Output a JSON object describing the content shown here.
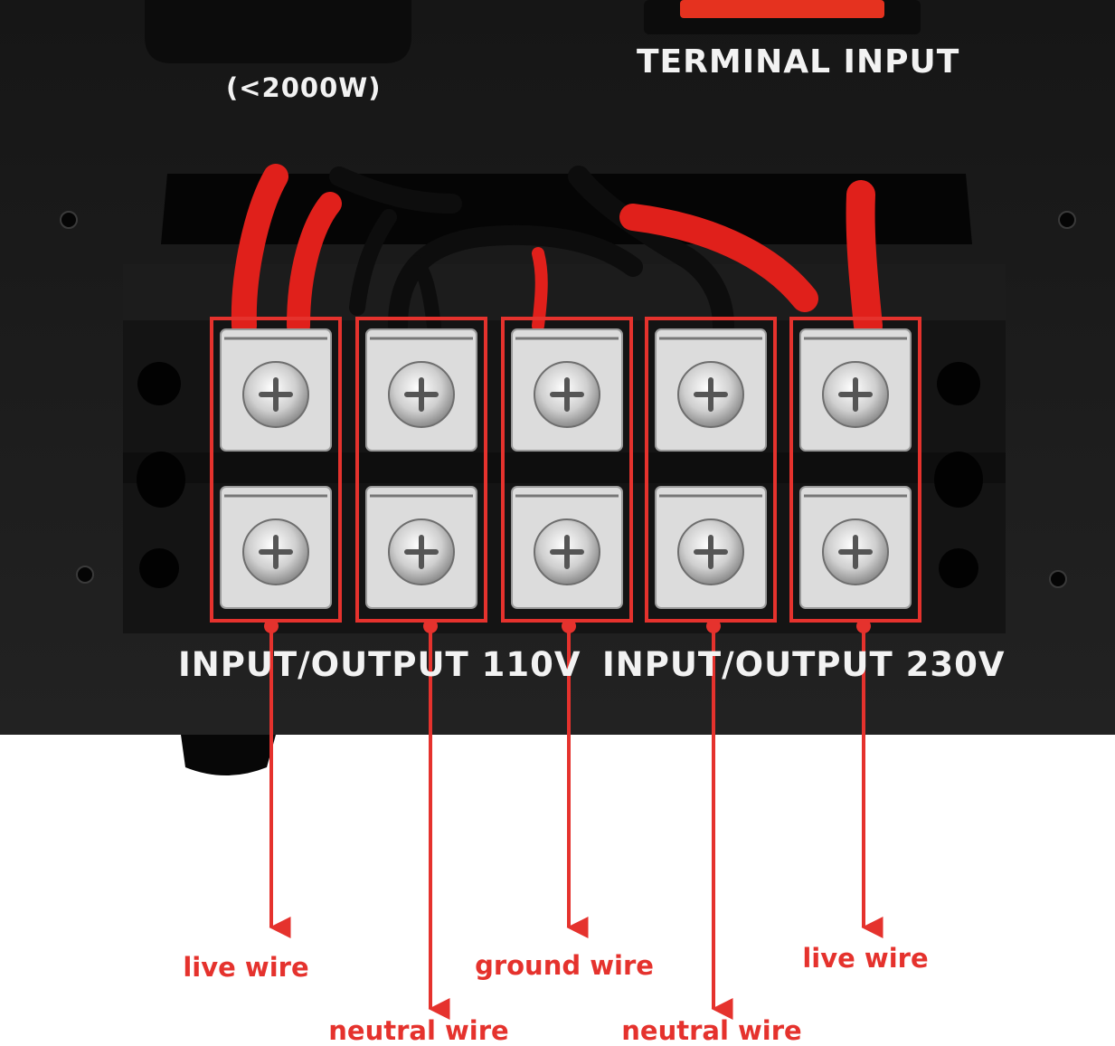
{
  "device": {
    "power_rating": "(<2000W)",
    "switch_label": "TERMINAL INPUT",
    "group_labels": [
      "INPUT/OUTPUT 110V",
      "INPUT/OUTPUT 230V"
    ],
    "terminal_count": 5,
    "screws_per_terminal": 2
  },
  "callouts": [
    {
      "label": "live wire"
    },
    {
      "label": "neutral wire"
    },
    {
      "label": "ground wire"
    },
    {
      "label": "neutral wire"
    },
    {
      "label": "live wire"
    }
  ],
  "colors": {
    "panel": "#1b1b1b",
    "terminal_block": "#141414",
    "screw_plate": "#dcdcdc",
    "wire_red": "#e0201b",
    "wire_black": "#0d0d0d",
    "annotation_red": "#e5322d",
    "switch_red": "#e5321f"
  }
}
